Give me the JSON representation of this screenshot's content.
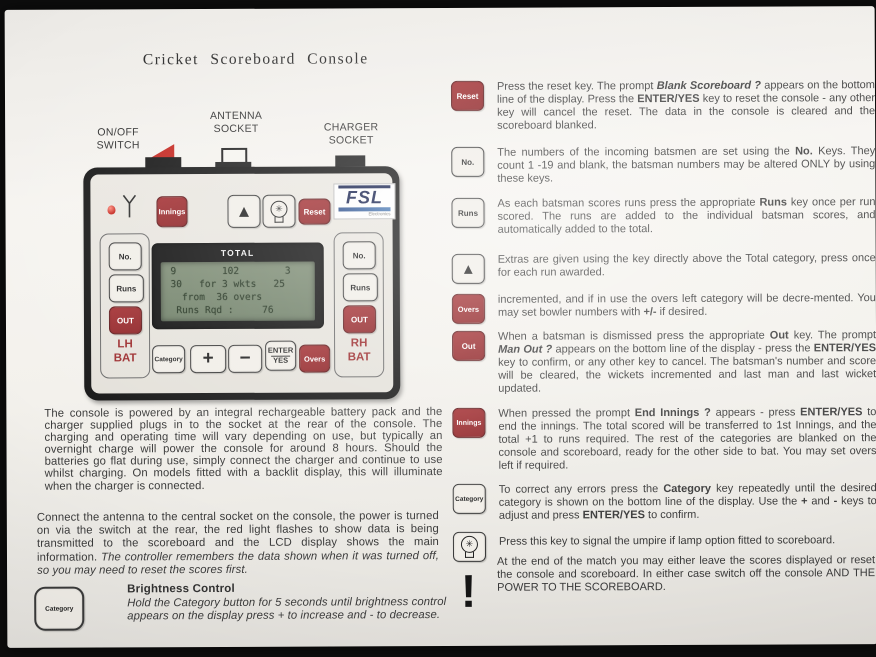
{
  "page": {
    "title": "Cricket  Scoreboard  Console"
  },
  "diagram_labels": {
    "on_off": "ON/OFF\nSWITCH",
    "antenna": "ANTENNA\nSOCKET",
    "charger": "CHARGER\nSOCKET"
  },
  "console": {
    "brand": {
      "name": "FSL",
      "sub": "Electronics"
    },
    "keys": {
      "innings": "Innings",
      "reset": "Reset",
      "no_left": "No.",
      "runs_left": "Runs",
      "out_left": "OUT",
      "no_right": "No.",
      "runs_right": "Runs",
      "out_right": "OUT",
      "category": "Category",
      "plus": "+",
      "minus": "−",
      "enter_top": "ENTER",
      "enter_bottom": "YES",
      "overs": "Overs",
      "extras_glyph": "▲",
      "lamp_glyph": "✳"
    },
    "lh_label": "LH\nBAT",
    "rh_label": "RH\nBAT",
    "display": {
      "header": "TOTAL",
      "lcd": [
        " 9        102        3",
        " 30   for 3 wkts   25",
        "   from  36 overs",
        "  Runs Rqd :     76"
      ]
    }
  },
  "paragraphs": {
    "p1": "The console is powered by an integral rechargeable battery pack and the charger supplied plugs in to the socket at the rear of the console. The charging and operating time will vary depending on use, but typically an overnight charge will power the console for around 8 hours. Should the batteries go flat during use, simply connect the charger and continue to use whilst charging. On models fitted with a backlit display, this will illuminate when the charger is connected.",
    "p2": [
      {
        "t": "Connect the antenna to the central socket on the console, the power is turned on via the switch at the rear, the red light flashes to show data is being transmitted to the scoreboard and the LCD display shows the main information. "
      },
      {
        "t": "The controller remembers the data shown when it was turned off, so you may need to reset the scores first.",
        "s": "i"
      }
    ]
  },
  "brightness": {
    "key": "Category",
    "heading": "Brightness Control",
    "body": [
      {
        "t": "Hold the Category button for 5 seconds until brightness control appears on the display press + to increase and - to decrease.",
        "s": "i"
      }
    ]
  },
  "instructions": [
    {
      "key": "Reset",
      "type": "red",
      "text": [
        {
          "t": "Press the reset key. The prompt "
        },
        {
          "t": "Blank Scoreboard ?",
          "s": "bi"
        },
        {
          "t": " appears on the bottom line of the display. Press the "
        },
        {
          "t": "ENTER/YES",
          "s": "b"
        },
        {
          "t": " key to reset the console - any other key will cancel the reset. The  data in the console is cleared and the scoreboard blanked."
        }
      ]
    },
    {
      "key": "No.",
      "type": "white",
      "text": [
        {
          "t": "The numbers of the incoming batsmen are set using the "
        },
        {
          "t": "No.",
          "s": "b"
        },
        {
          "t": " Keys. They count 1 -19 and blank, the batsman numbers may be altered ONLY by using these keys."
        }
      ]
    },
    {
      "key": "Runs",
      "type": "white",
      "text": [
        {
          "t": "As each batsman scores runs press the appropriate "
        },
        {
          "t": "Runs",
          "s": "b"
        },
        {
          "t": " key once per run scored. The runs are added to the individual batsman scores, and automatically added to the total."
        }
      ]
    },
    {
      "key": "▲",
      "type": "tri",
      "text": [
        {
          "t": "Extras are given using the key directly above the Total category, press once for each run awarded."
        }
      ]
    },
    {
      "key": "Overs",
      "type": "red",
      "text": [
        {
          "t": "incremented, and if in use the overs left category will be decre-mented. You may set bowler numbers with "
        },
        {
          "t": "+/-",
          "s": "b"
        },
        {
          "t": " if desired."
        }
      ]
    },
    {
      "key": "Out",
      "type": "red",
      "text": [
        {
          "t": "When a batsman is dismissed press the appropriate "
        },
        {
          "t": "Out",
          "s": "b"
        },
        {
          "t": " key. The prompt "
        },
        {
          "t": "Man Out ?",
          "s": "bi"
        },
        {
          "t": " appears on the bottom line of the display - press the "
        },
        {
          "t": "ENTER/YES",
          "s": "b"
        },
        {
          "t": " key to confirm, or any other key to cancel. The batsman's number and score will be cleared, the wickets incremented and last man and last wicket updated."
        }
      ]
    },
    {
      "key": "Innings",
      "type": "red",
      "text": [
        {
          "t": "When pressed the prompt "
        },
        {
          "t": "End Innings ?",
          "s": "b"
        },
        {
          "t": " appears - press "
        },
        {
          "t": "ENTER/YES",
          "s": "b"
        },
        {
          "t": " to end the innings. The total scored will be transferred to 1st Innings, and the total +1 to runs required. The rest of the categories are blanked on the console and scoreboard, ready for the other side to bat. You may set overs left if required."
        }
      ]
    },
    {
      "key": "Category",
      "type": "white",
      "text": [
        {
          "t": "To correct any errors press the "
        },
        {
          "t": "Category",
          "s": "b"
        },
        {
          "t": " key repeatedly until the desired category is shown on the bottom line of the display. Use the "
        },
        {
          "t": "+",
          "s": "b"
        },
        {
          "t": " and "
        },
        {
          "t": "-",
          "s": "b"
        },
        {
          "t": " keys to adjust and press "
        },
        {
          "t": "ENTER/YES",
          "s": "b"
        },
        {
          "t": " to confirm."
        }
      ]
    },
    {
      "key": "✳",
      "type": "lamp",
      "text": [
        {
          "t": "Press this key to signal the umpire if lamp option fitted to scoreboard."
        }
      ]
    },
    {
      "key": "!",
      "type": "bang",
      "text": [
        {
          "t": "At the end of the match you may either leave the scores displayed or reset the console and scoreboard. In either case switch off the console AND THE POWER TO THE SCOREBOARD."
        }
      ]
    }
  ]
}
